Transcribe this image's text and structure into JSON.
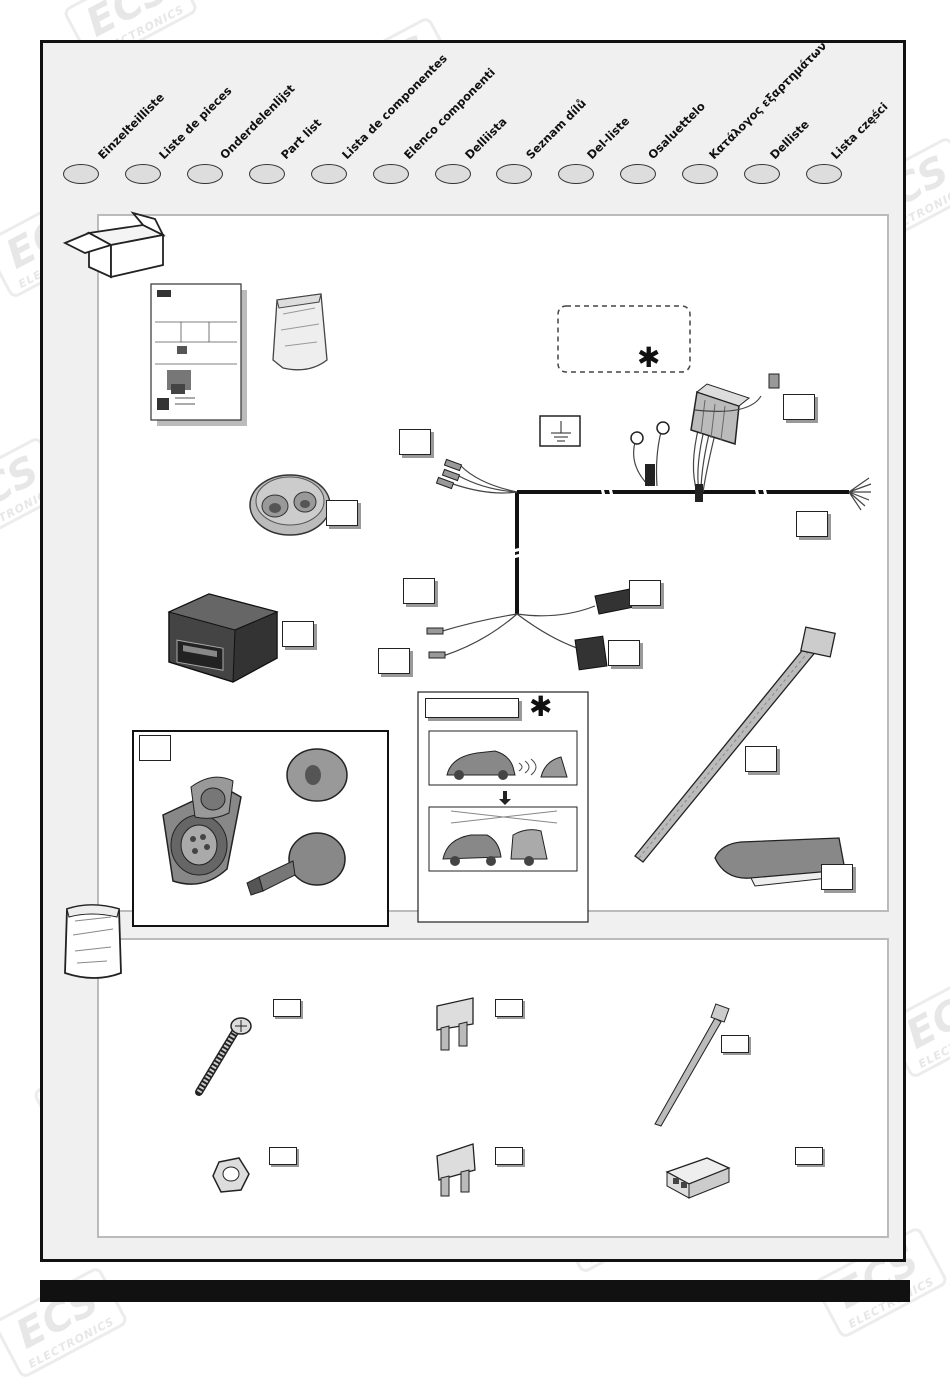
{
  "brand": {
    "logo_text": "ECS",
    "logo_subtext": "ELECTRONICS"
  },
  "languages": [
    {
      "label": "Einzelteilliste"
    },
    {
      "label": "Liste de pieces"
    },
    {
      "label": "Onderdelenlijst"
    },
    {
      "label": "Part list"
    },
    {
      "label": "Lista de componentes"
    },
    {
      "label": "Elenco componenti"
    },
    {
      "label": "Delliista"
    },
    {
      "label": "Seznam dílů"
    },
    {
      "label": "Del-liste"
    },
    {
      "label": "Osaluettelo"
    },
    {
      "label": "Κατάλογος εξαρτημάτων"
    },
    {
      "label": "Delliste"
    },
    {
      "label": "Lista części"
    }
  ],
  "symbols": {
    "optional_marker": "✱"
  },
  "colors": {
    "frame": "#111111",
    "panel_border": "#bbbbbb",
    "background": "#f0f0f0",
    "watermark": "#e7e7e7"
  }
}
